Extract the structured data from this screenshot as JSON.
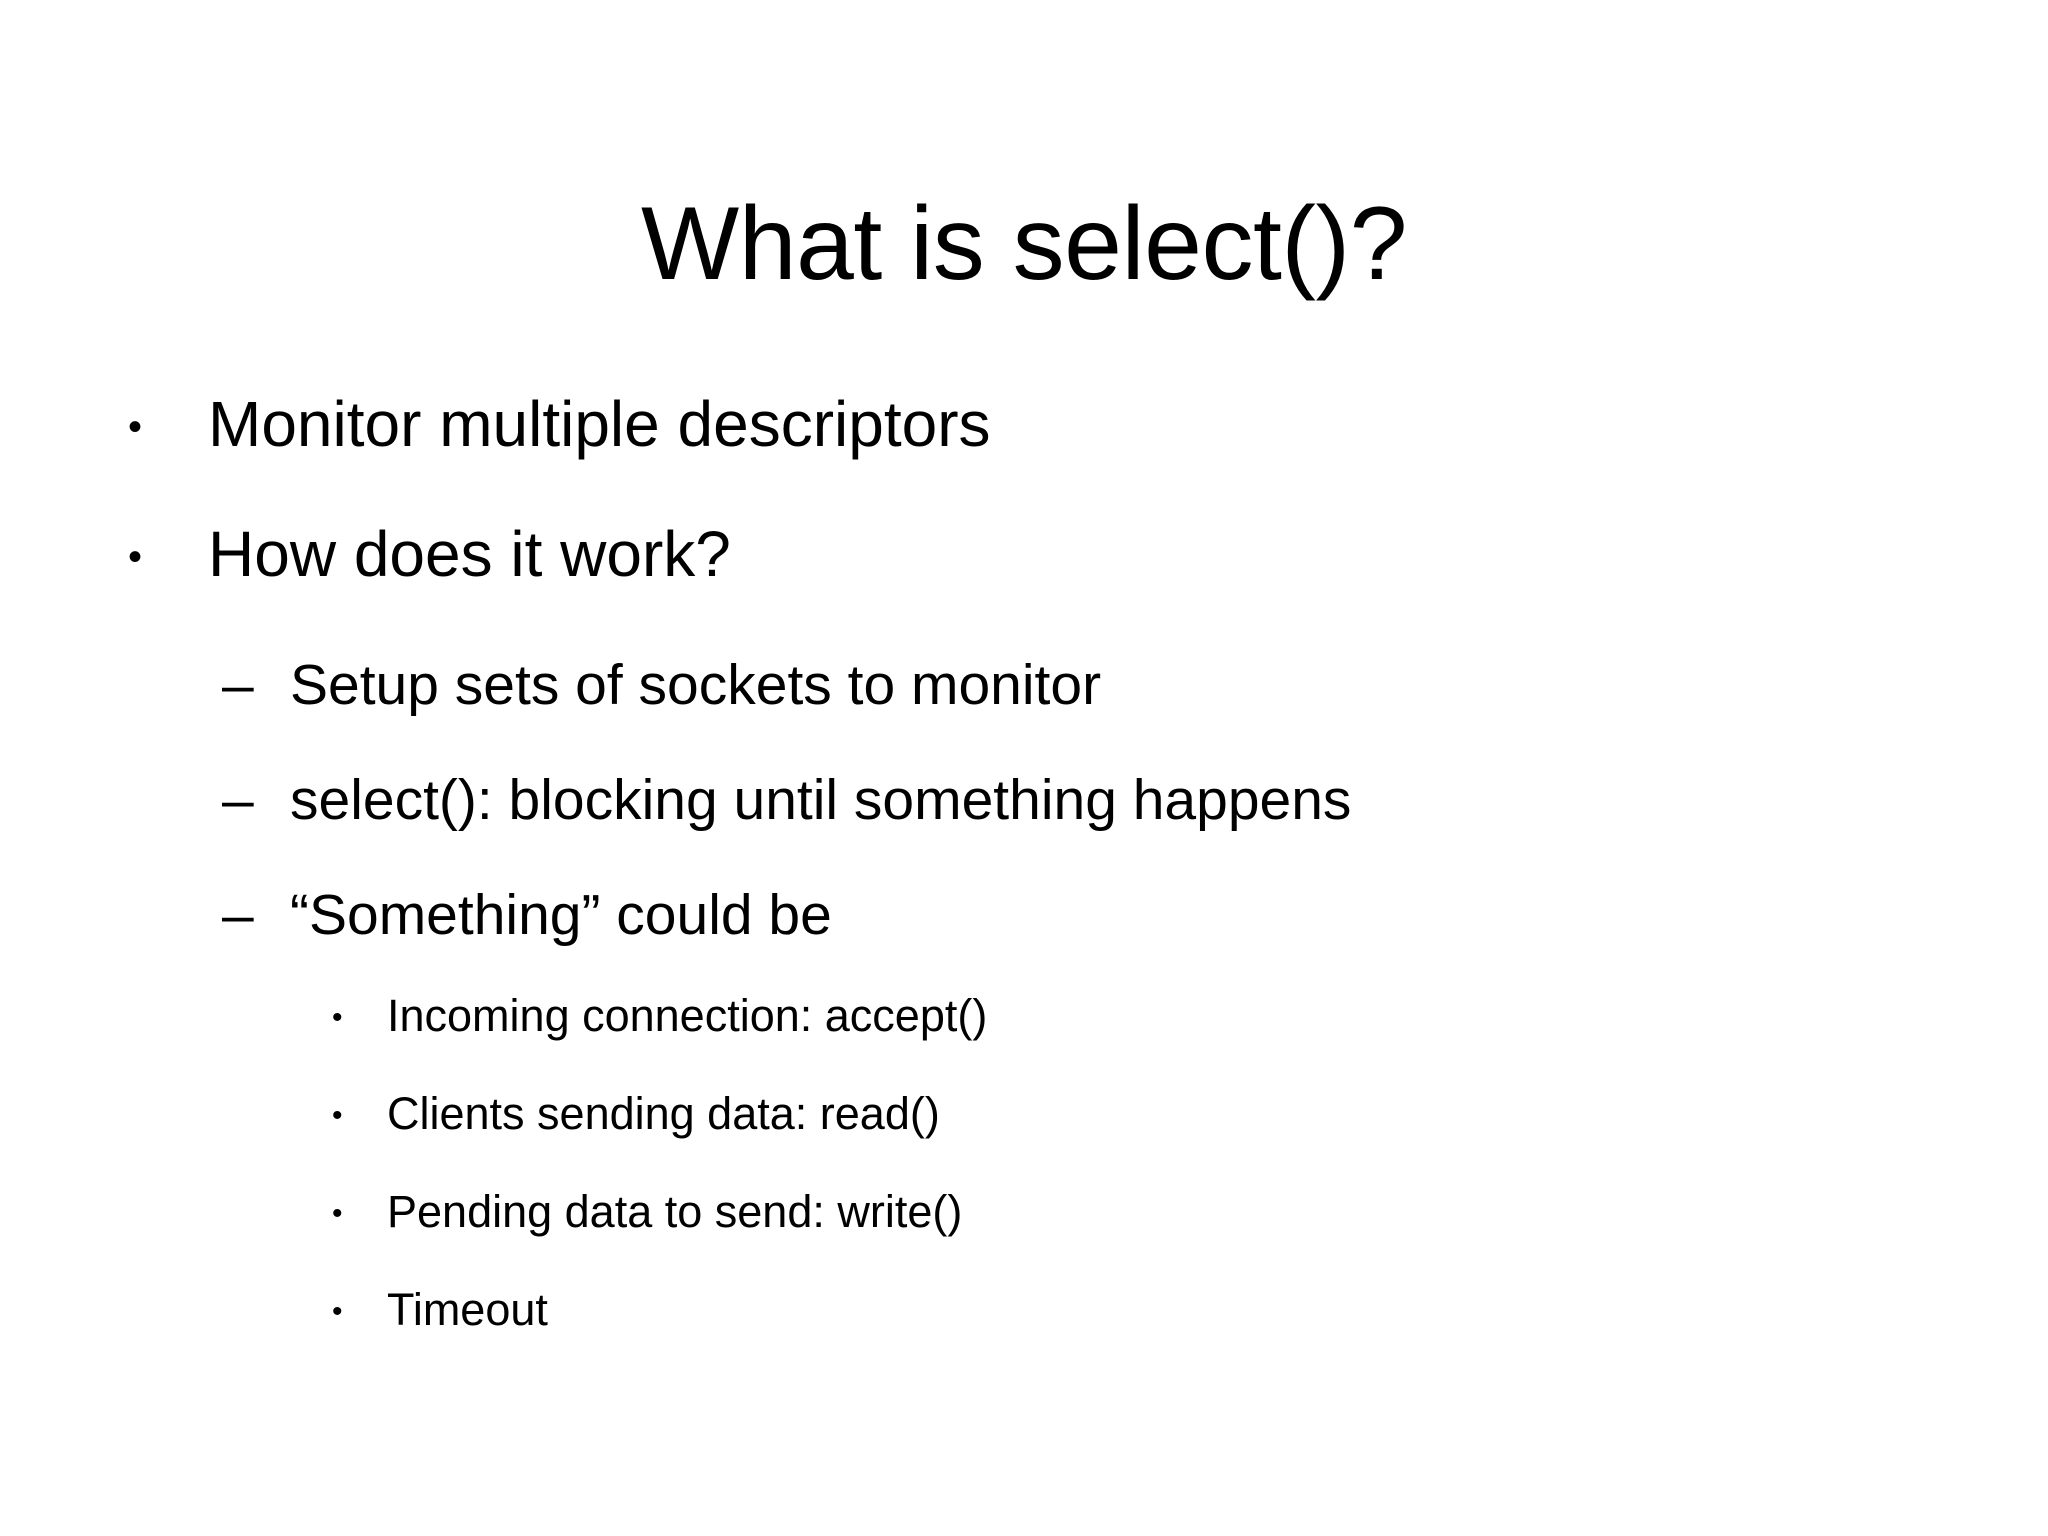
{
  "slide": {
    "title": "What is select()?",
    "background_color": "#ffffff",
    "text_color": "#000000",
    "bullets": [
      {
        "level": 1,
        "marker": "•",
        "marker_name": "bullet-dot",
        "text": "Monitor multiple descriptors"
      },
      {
        "level": 1,
        "marker": "•",
        "marker_name": "bullet-dot",
        "text": "How does it work?"
      },
      {
        "level": 2,
        "marker": "–",
        "marker_name": "bullet-dash",
        "text": "Setup sets of sockets to monitor"
      },
      {
        "level": 2,
        "marker": "–",
        "marker_name": "bullet-dash",
        "text": "select(): blocking until something happens"
      },
      {
        "level": 2,
        "marker": "–",
        "marker_name": "bullet-dash",
        "text": "“Something” could be"
      },
      {
        "level": 3,
        "marker": "•",
        "marker_name": "bullet-dot",
        "text": "Incoming connection: accept()"
      },
      {
        "level": 3,
        "marker": "•",
        "marker_name": "bullet-dot",
        "text": "Clients sending data: read()"
      },
      {
        "level": 3,
        "marker": "•",
        "marker_name": "bullet-dot",
        "text": "Pending data to send: write()"
      },
      {
        "level": 3,
        "marker": "•",
        "marker_name": "bullet-dot",
        "text": "Timeout"
      }
    ]
  }
}
